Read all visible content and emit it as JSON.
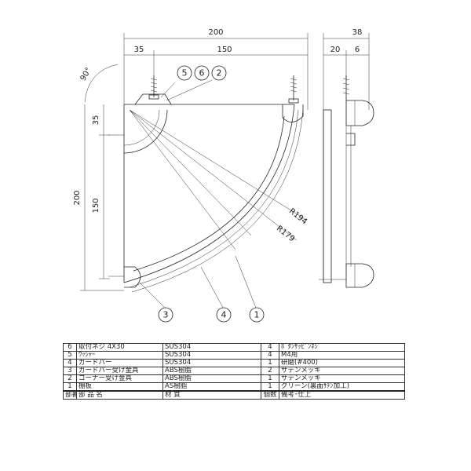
{
  "dimensions": {
    "overall_width": "200",
    "width_offset": "35",
    "width_inner": "150",
    "overall_height": "200",
    "height_offset": "35",
    "height_inner": "150",
    "angle": "90°",
    "radius_outer": "R194",
    "radius_inner": "R179",
    "side_depth": "38",
    "side_a": "20",
    "side_b": "6"
  },
  "callouts": [
    "5",
    "6",
    "2",
    "3",
    "4",
    "1"
  ],
  "parts_table": {
    "rows": [
      {
        "no": "6",
        "name": "取付ネジ 4X30",
        "material": "SUS304",
        "qty": "4",
        "note": "ﾎﾞﾀﾝｻｯﾋﾟﾝﾈｼﾞ"
      },
      {
        "no": "5",
        "name": "ﾜｯｼｬｰ",
        "material": "SUS304",
        "qty": "4",
        "note": "M4用"
      },
      {
        "no": "4",
        "name": "ガードバー",
        "material": "SUS304",
        "qty": "1",
        "note": "研磨(#400)"
      },
      {
        "no": "3",
        "name": "ガードバー受け金具",
        "material": "ABS樹脂",
        "qty": "2",
        "note": "サテンメッキ"
      },
      {
        "no": "2",
        "name": "コーナー受け金具",
        "material": "ABS樹脂",
        "qty": "1",
        "note": "サテンメッキ"
      },
      {
        "no": "1",
        "name": "棚板",
        "material": "AS樹脂",
        "qty": "1",
        "note": "グリーン(裏面ｻﾃﾝ加工)"
      }
    ],
    "header": {
      "no": "部番",
      "name": "部 品 名",
      "material": "材 質",
      "qty": "個数",
      "note": "備考･仕上"
    }
  }
}
